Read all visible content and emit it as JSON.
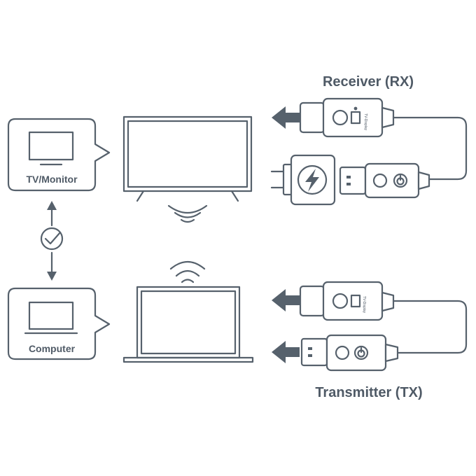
{
  "labels": {
    "tv_monitor": "TV/Monitor",
    "computer": "Computer",
    "receiver": "Receiver (RX)",
    "transmitter": "Transmitter (TX)",
    "device_print": "TV-Display"
  },
  "icons": {
    "tv_box": "monitor-icon",
    "computer_box": "laptop-icon",
    "check": "checkmark-icon",
    "wifi": "wifi-icon",
    "power": "power-icon",
    "charger": "lightning-icon",
    "arrow": "arrow-left-icon"
  },
  "colors": {
    "line": "#56616c",
    "text": "#4f5a66",
    "background": "#ffffff"
  }
}
